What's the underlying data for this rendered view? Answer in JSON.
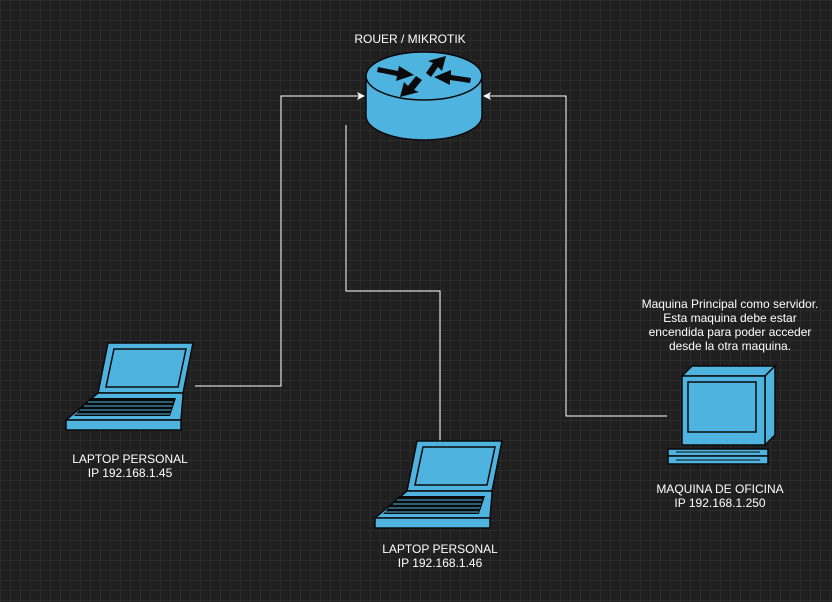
{
  "router": {
    "title": "ROUER / MIKROTIK"
  },
  "laptop1": {
    "name": "LAPTOP PERSONAL",
    "ip": "IP 192.168.1.45"
  },
  "laptop2": {
    "name": "LAPTOP PERSONAL",
    "ip": "IP 192.168.1.46"
  },
  "office": {
    "name": "MAQUINA DE OFICINA",
    "ip": "IP 192.168.1.250",
    "note": [
      "Maquina Principal como servidor.",
      "Esta maquina debe estar",
      "encendida para poder acceder",
      "desde la otra maquina."
    ]
  },
  "colors": {
    "background": "#1f1f1f",
    "device_fill": "#4fb3df",
    "device_stroke": "#000000",
    "connector": "#ffffff"
  }
}
